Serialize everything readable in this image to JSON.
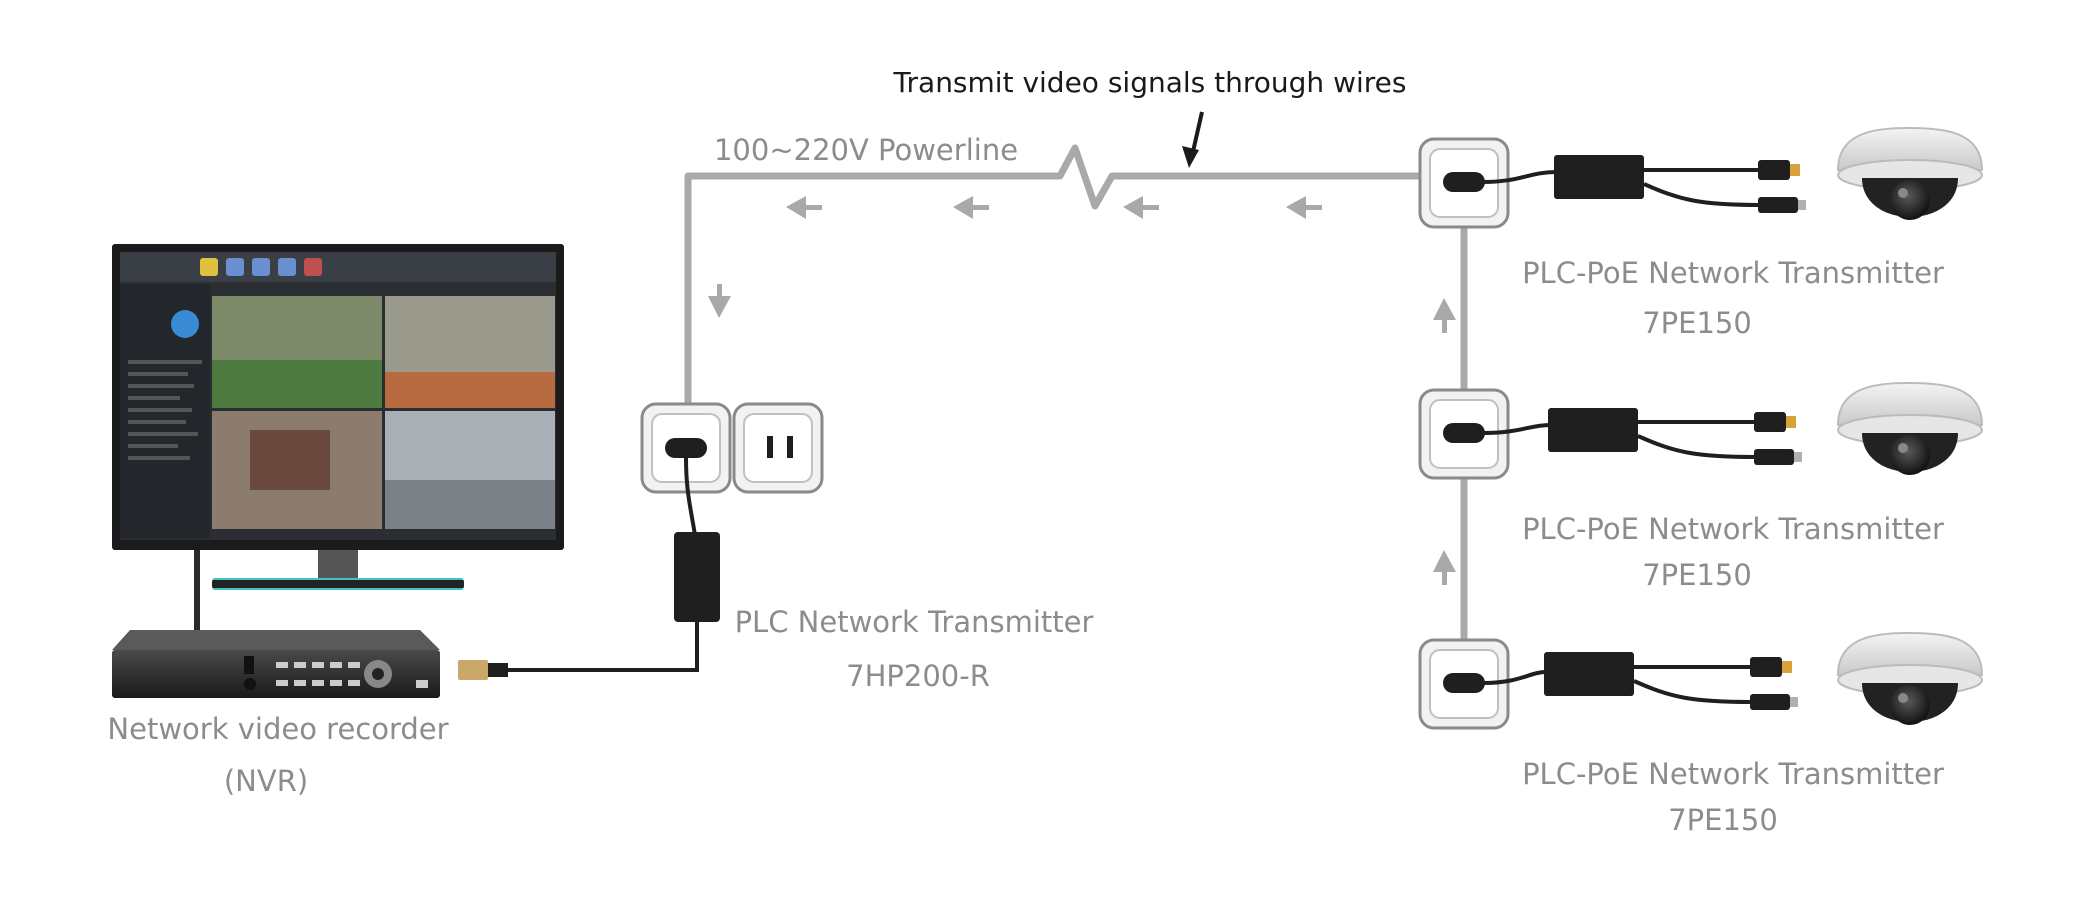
{
  "annotation": {
    "top": "Transmit video signals through wires"
  },
  "powerline": {
    "label": "100~220V Powerline"
  },
  "nvr": {
    "name": "Network video recorder",
    "abbr": "(NVR)"
  },
  "plc": {
    "name": "PLC Network Transmitter",
    "model": "7HP200-R"
  },
  "transmitters": [
    {
      "name": "PLC-PoE Network Transmitter",
      "model": "7PE150"
    },
    {
      "name": "PLC-PoE Network Transmitter",
      "model": "7PE150"
    },
    {
      "name": "PLC-PoE Network Transmitter",
      "model": "7PE150"
    }
  ],
  "colors": {
    "wire": "#a9a9a9",
    "device": "#1f1f1f",
    "label": "#8c8c8c",
    "annotation": "#1a1a1a",
    "monitor_frame": "#1b1b1b",
    "monitor_accent": "#3ec4c4"
  }
}
